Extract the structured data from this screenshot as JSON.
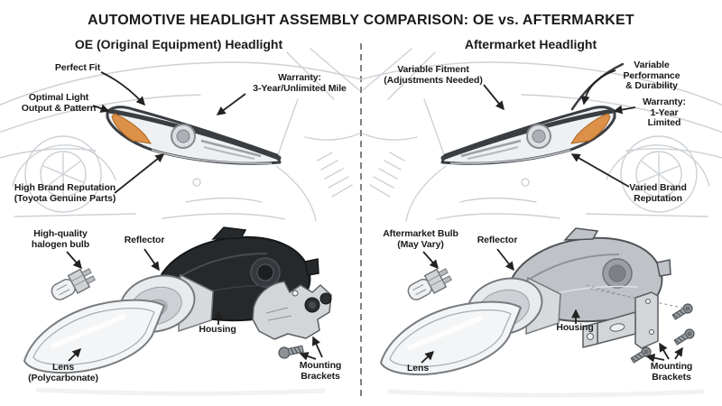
{
  "title": "AUTOMOTIVE HEADLIGHT ASSEMBLY COMPARISON: OE vs. AFTERMARKET",
  "oe": {
    "header": "OE (Original Equipment) Headlight",
    "callouts": {
      "perfect_fit": "Perfect Fit",
      "warranty": "Warranty:\n3-Year/Unlimited Mile",
      "optimal_light": "Optimal Light\nOutput & Pattern",
      "brand": "High Brand Reputation\n(Toyota Genuine Parts)"
    },
    "parts": {
      "bulb": "High-quality\nhalogen bulb",
      "reflector": "Reflector",
      "housing": "Housing",
      "lens": "Lens\n(Polycarbonate)",
      "brackets": "Mounting\nBrackets"
    }
  },
  "am": {
    "header": "Aftermarket Headlight",
    "callouts": {
      "fitment": "Variable Fitment\n(Adjustments Needed)",
      "performance": "Variable Performance\n& Durability",
      "warranty": "Warranty:\n1-Year Limited",
      "brand": "Varied Brand\nReputation"
    },
    "parts": {
      "bulb": "Aftermarket Bulb\n(May Vary)",
      "reflector": "Reflector",
      "housing": "Housing",
      "lens": "Lens",
      "brackets": "Mounting\nBrackets"
    }
  },
  "colors": {
    "text": "#1a1a1a",
    "amber": "#dd9048",
    "line-art": "#cdd1d5",
    "rim": "#3a3e42",
    "housing-oe": "#26292c",
    "housing-am": "#bfc3c7",
    "arrow": "#222222",
    "divider": "#7e8286"
  }
}
